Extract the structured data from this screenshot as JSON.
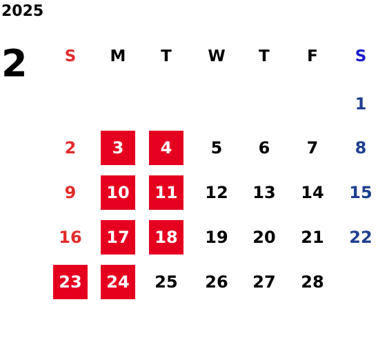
{
  "calendar": {
    "year": "2025",
    "month": "2",
    "weekdays": [
      "S",
      "M",
      "T",
      "W",
      "T",
      "F",
      "S"
    ],
    "first_weekday_index": 6,
    "days_in_month": 28,
    "highlighted_days": [
      3,
      4,
      10,
      11,
      17,
      18,
      23,
      24
    ],
    "colors": {
      "text": "#000000",
      "sunday": "#e32b2b",
      "saturday_header": "#1a1acc",
      "saturday": "#1f3f8f",
      "highlight_bg": "#e60020",
      "highlight_text": "#ffffff"
    }
  }
}
